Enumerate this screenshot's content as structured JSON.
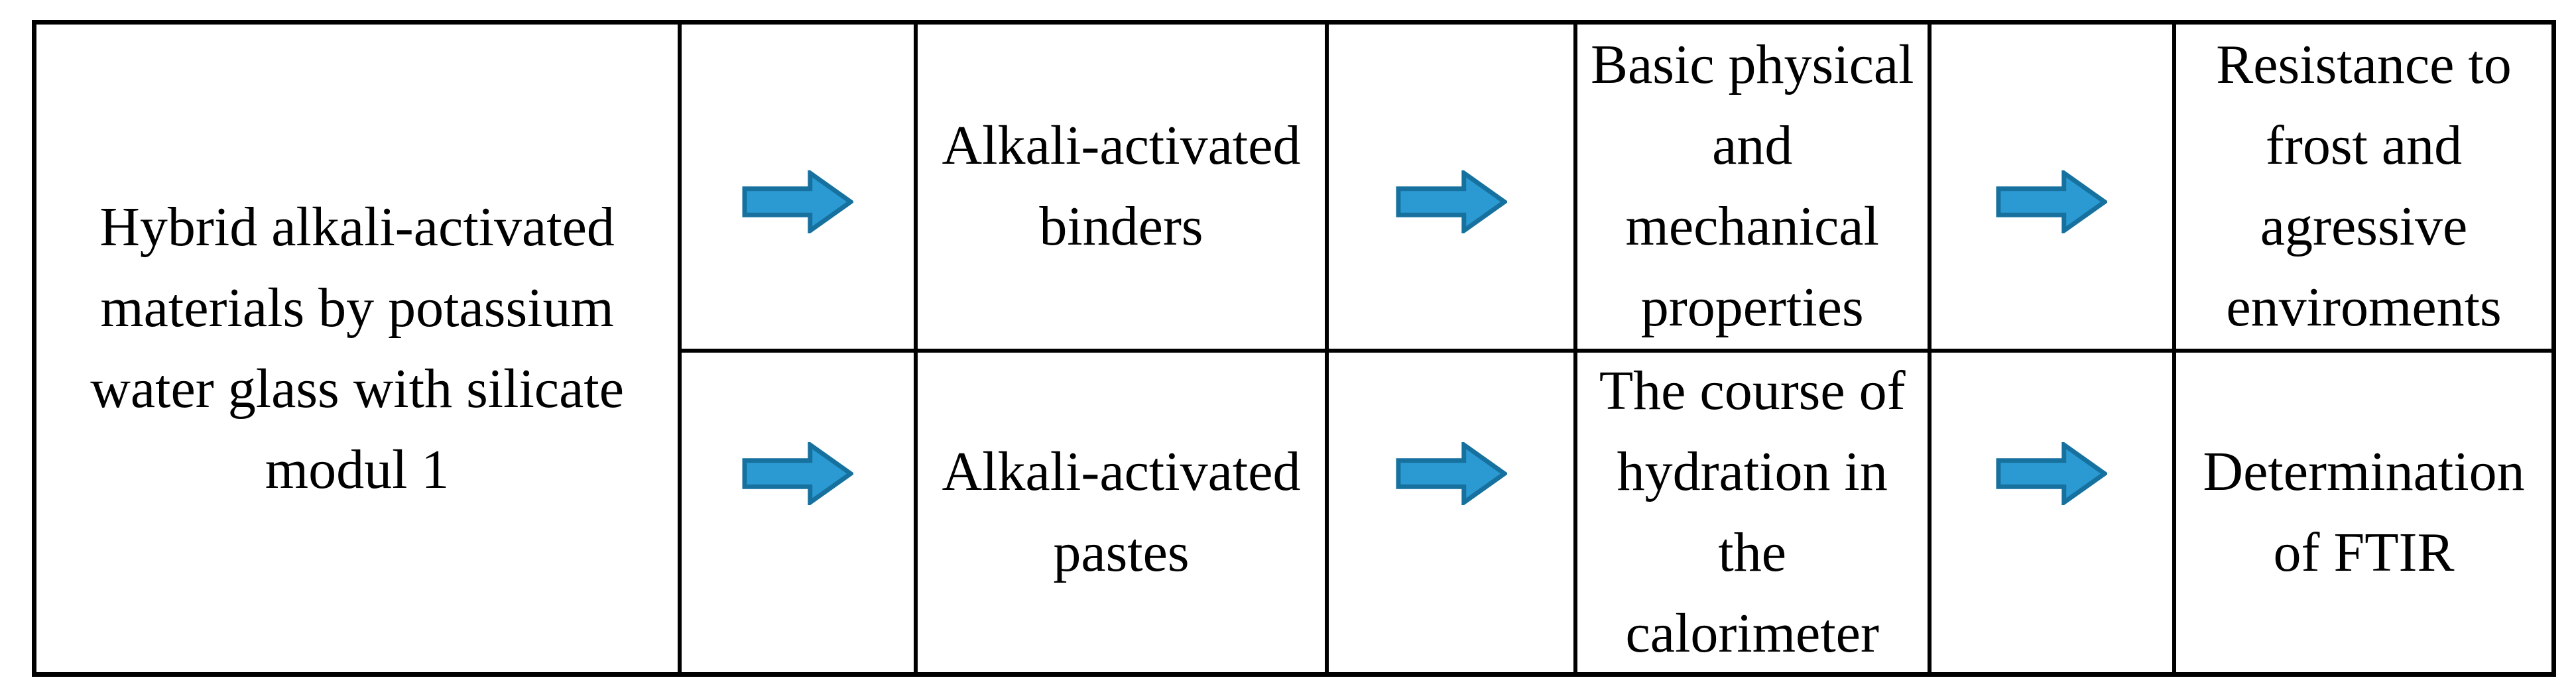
{
  "colors": {
    "line": "#000000",
    "background": "#FFFFFF",
    "text": "#000000",
    "arrow_fill": "#2B9AD3",
    "arrow_stroke": "#17719F"
  },
  "source": {
    "text": "Hybrid alkali-activated\nmaterials by potassium\nwater glass with silicate\nmodul 1"
  },
  "row1": {
    "binders": "Alkali-activated\nbinders",
    "properties": "Basic physical\nand\nmechanical\nproperties",
    "resistance": "Resistance to\nfrost and\nagressive\nenviroments"
  },
  "row2": {
    "pastes": "Alkali-activated\npastes",
    "hydration": "The course of\nhydration in\nthe\ncalorimeter",
    "ftir": "Determination\nof FTIR"
  },
  "arrow": {
    "icon": "right-block-arrow"
  }
}
